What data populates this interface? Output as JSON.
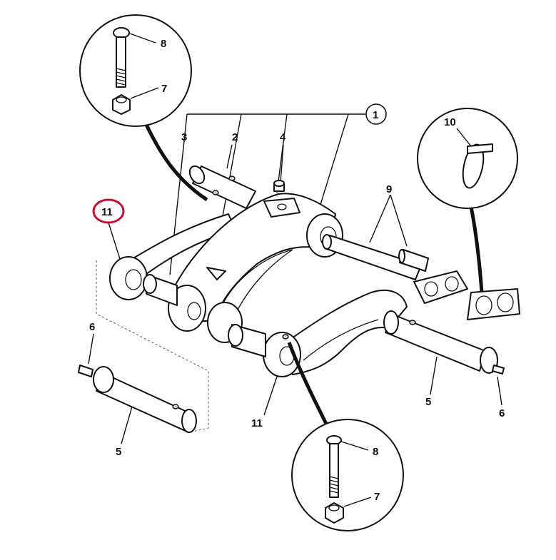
{
  "callouts": {
    "c1": "1",
    "c2": "2",
    "c3": "3",
    "c4": "4",
    "c5a": "5",
    "c5b": "5",
    "c6a": "6",
    "c6b": "6",
    "c7a": "7",
    "c7b": "7",
    "c8a": "8",
    "c8b": "8",
    "c9": "9",
    "c10": "10",
    "c11a": "11",
    "c11b": "11"
  },
  "colors": {
    "line": "#111111",
    "highlight": "#c8102e",
    "background": "#ffffff"
  },
  "highlighted_callout": "11"
}
